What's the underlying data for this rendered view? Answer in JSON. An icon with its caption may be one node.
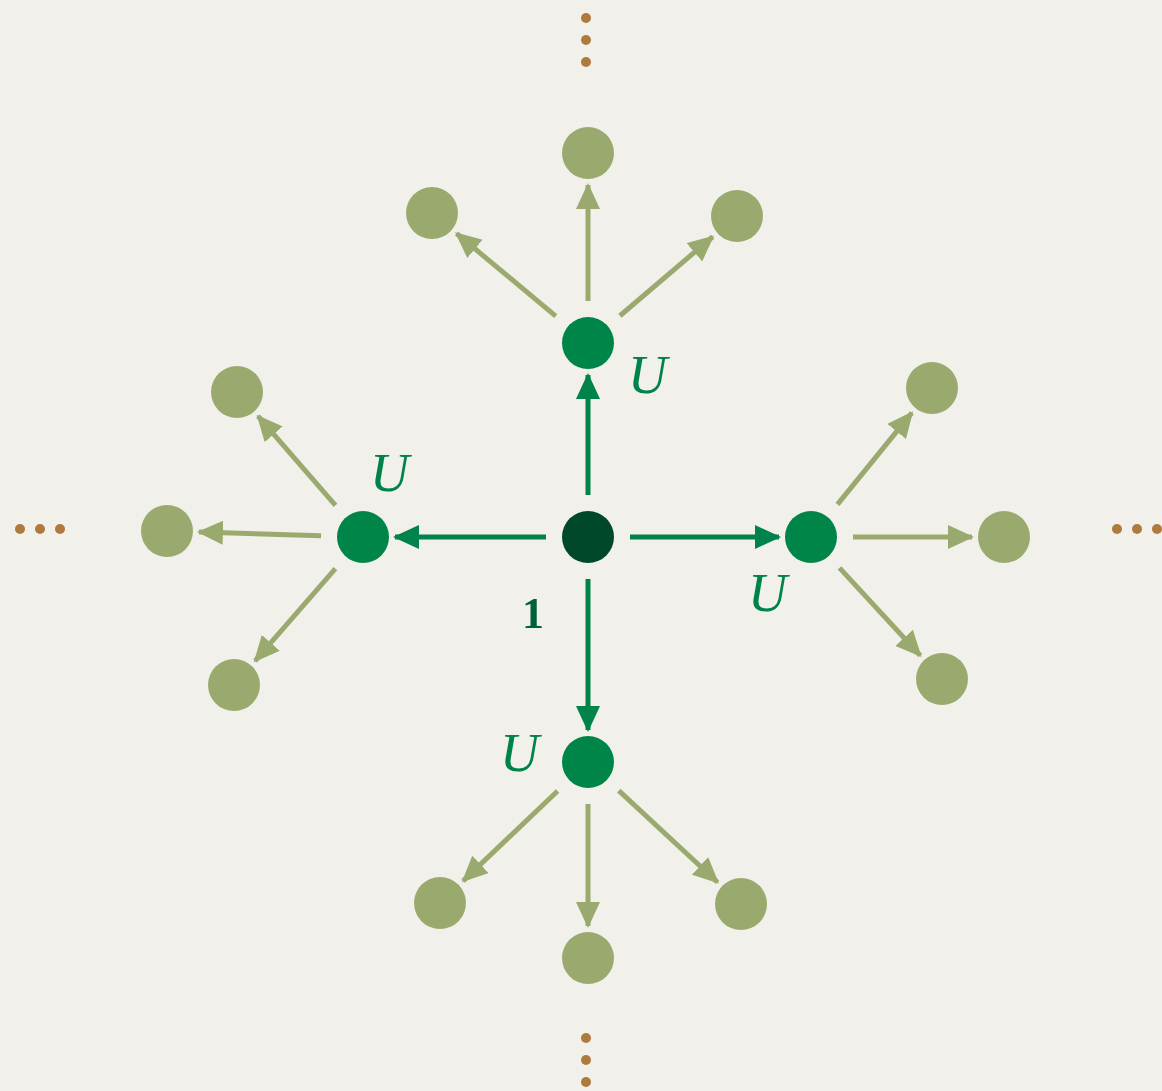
{
  "diagram": {
    "nodes": [
      {
        "text": [],
        "shape": "circle"
      },
      {
        "text": [],
        "shape": "circle"
      },
      {
        "text": [],
        "shape": "circle"
      },
      {
        "text": [],
        "shape": "circle",
        "beside": [
          "U"
        ]
      },
      {
        "text": [],
        "shape": "circle"
      },
      {
        "text": [],
        "shape": "circle"
      },
      {
        "text": [],
        "shape": "circle",
        "beside": [
          "U"
        ]
      },
      {
        "text": [],
        "shape": "circle"
      },
      {
        "text": [],
        "shape": "circle"
      },
      {
        "text": [],
        "shape": "circle",
        "beside": [
          "U"
        ]
      },
      {
        "text": [],
        "shape": "circle"
      },
      {
        "text": [],
        "shape": "circle"
      },
      {
        "text": [],
        "shape": "circle"
      },
      {
        "text": [],
        "shape": "circle",
        "beside": [
          "U"
        ]
      },
      {
        "text": [],
        "shape": "circle"
      },
      {
        "text": [],
        "shape": "circle"
      },
      {
        "text": [],
        "shape": "circle"
      }
    ],
    "edges": [
      {
        "from": 8,
        "to": 3,
        "arrow": "to",
        "color": "#00834a"
      },
      {
        "from": 8,
        "to": 6,
        "arrow": "to",
        "color": "#00834a"
      },
      {
        "from": 8,
        "to": 9,
        "arrow": "to",
        "color": "#00834a"
      },
      {
        "from": 8,
        "to": 13,
        "arrow": "to",
        "color": "#00834a",
        "label": "1"
      },
      {
        "from": 3,
        "to": 0,
        "arrow": "to"
      },
      {
        "from": 3,
        "to": 1,
        "arrow": "to"
      },
      {
        "from": 3,
        "to": 2,
        "arrow": "to"
      },
      {
        "from": 6,
        "to": 4,
        "arrow": "to"
      },
      {
        "from": 6,
        "to": 7,
        "arrow": "to"
      },
      {
        "from": 6,
        "to": 11,
        "arrow": "to"
      },
      {
        "from": 9,
        "to": 5,
        "arrow": "to"
      },
      {
        "from": 9,
        "to": 10,
        "arrow": "to"
      },
      {
        "from": 9,
        "to": 12,
        "arrow": "to"
      },
      {
        "from": 13,
        "to": 14,
        "arrow": "to"
      },
      {
        "from": 13,
        "to": 15,
        "arrow": "to"
      },
      {
        "from": 13,
        "to": 16,
        "arrow": "to"
      }
    ]
  }
}
